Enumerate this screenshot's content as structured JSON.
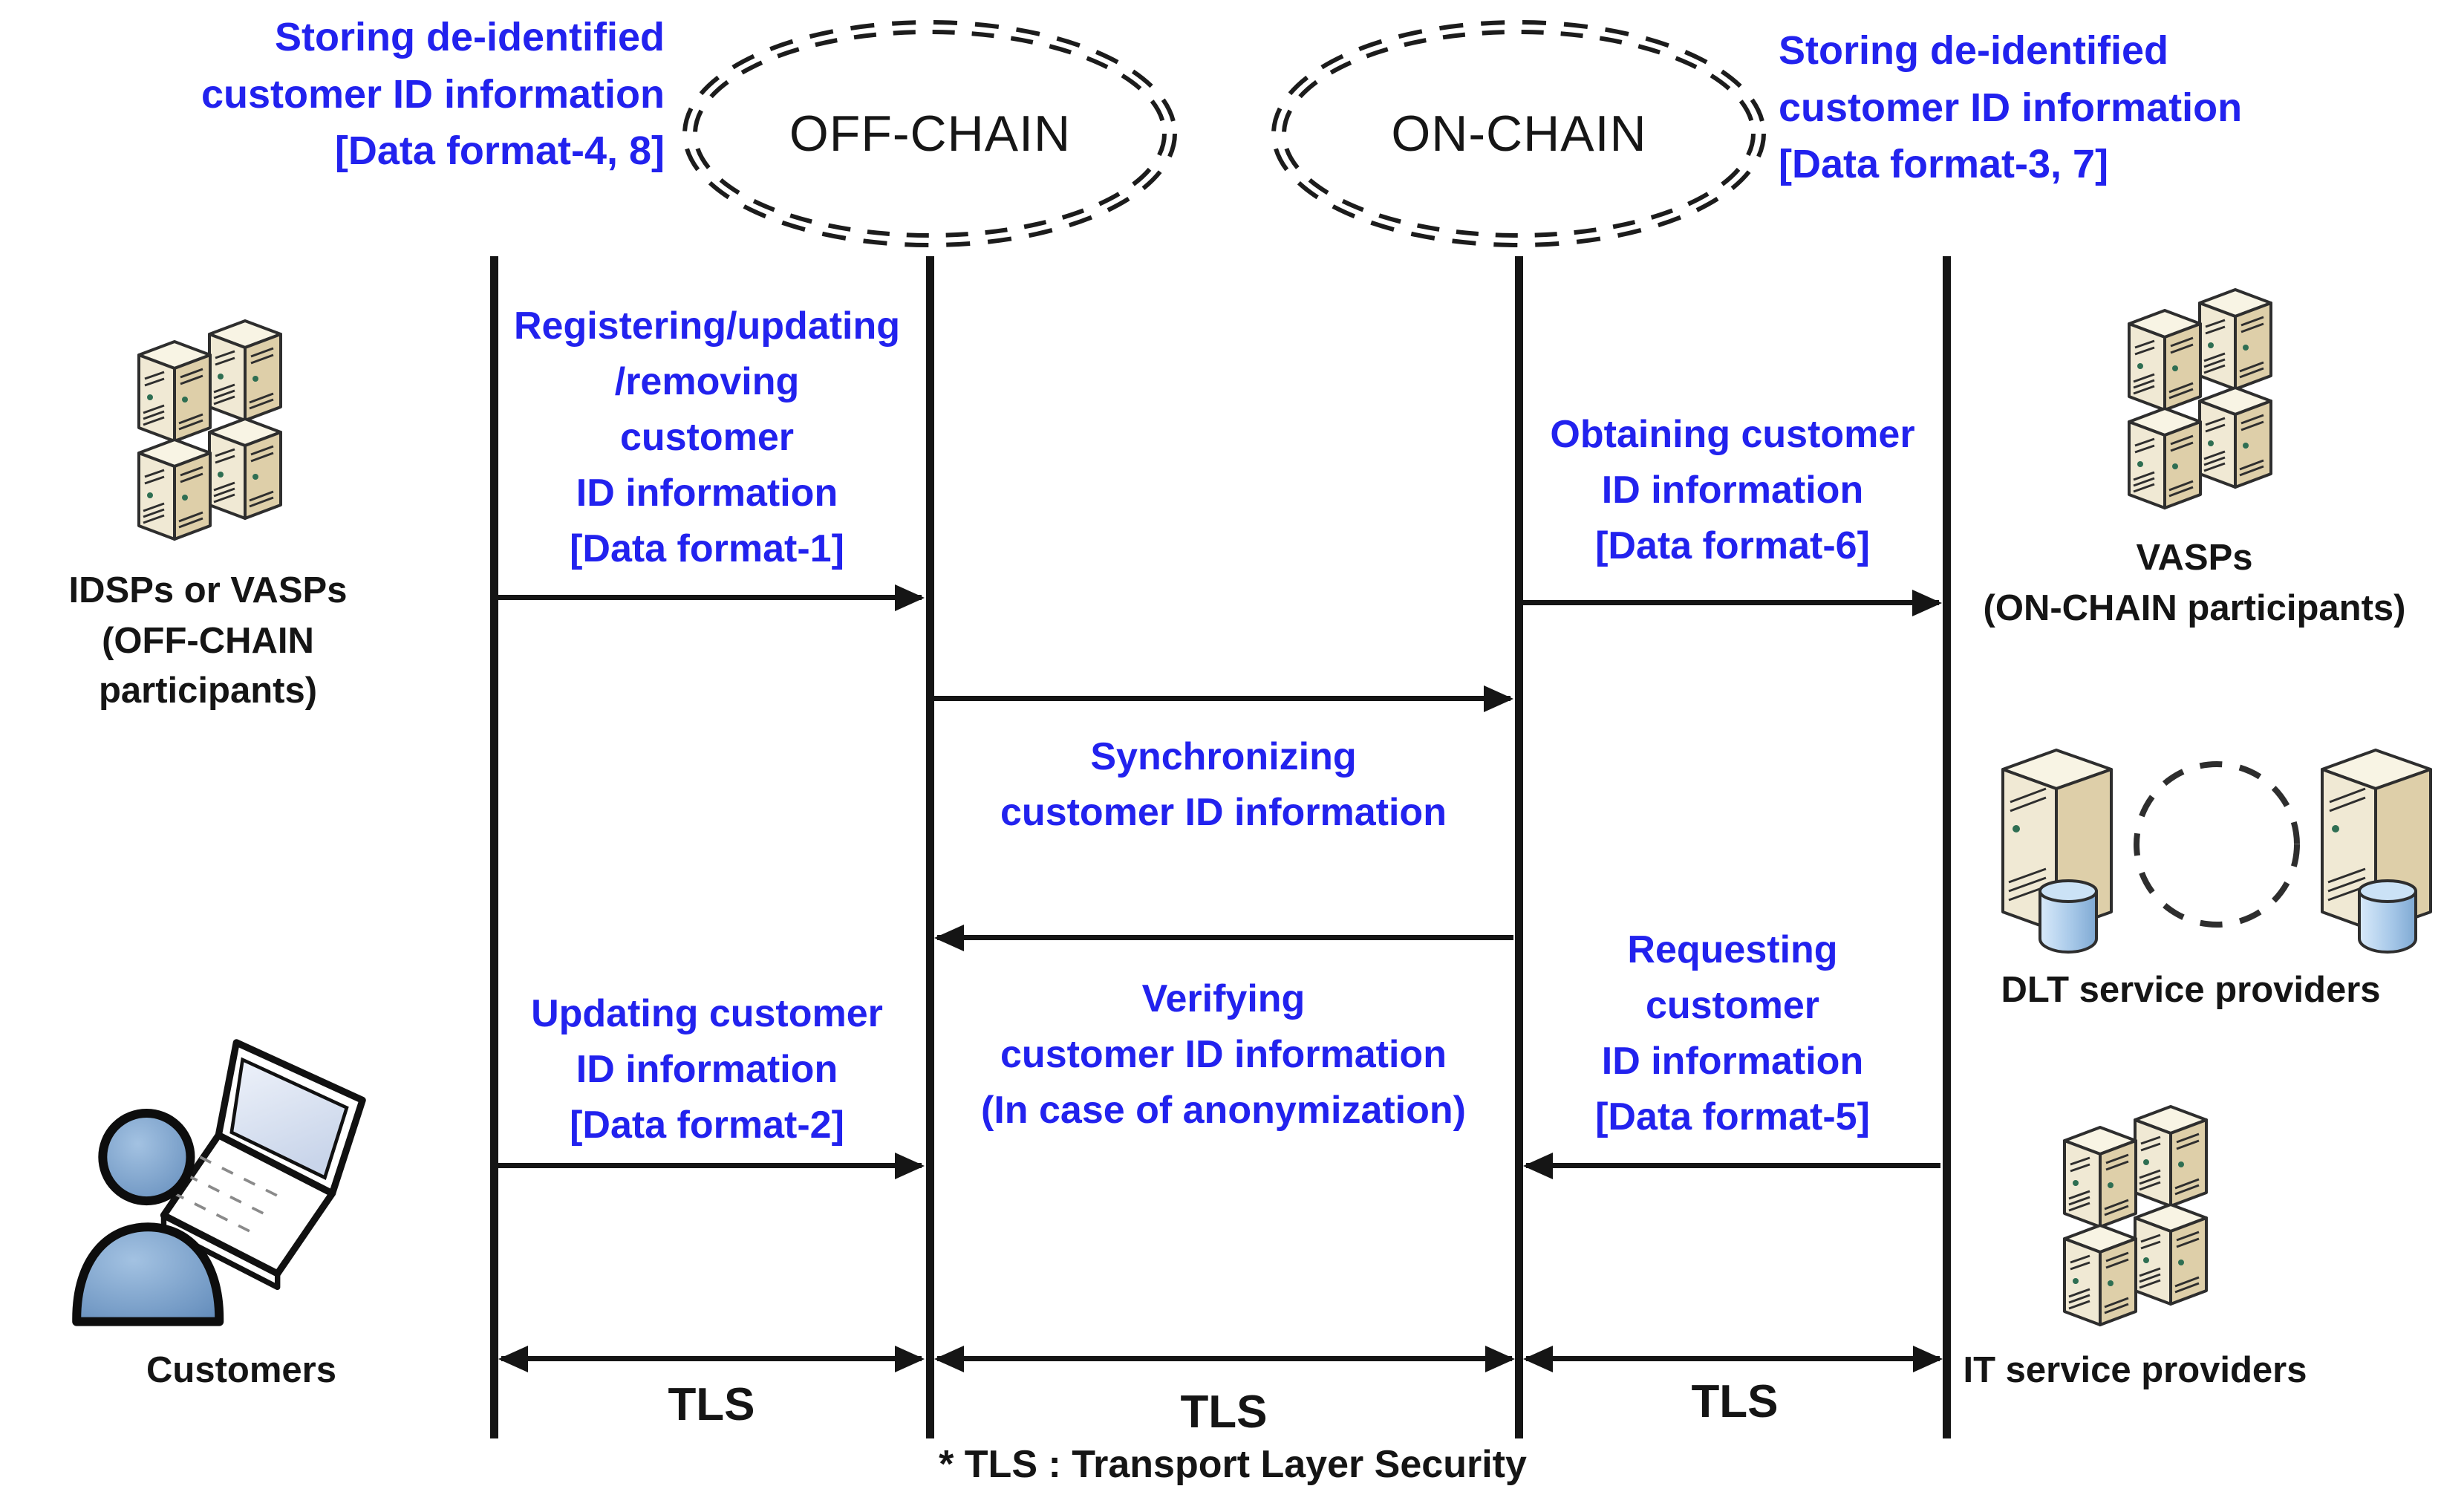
{
  "title_area": {
    "left_note": "Storing de-identified\ncustomer ID information\n[Data format-4, 8]",
    "off_chain_label": "OFF-CHAIN",
    "on_chain_label": "ON-CHAIN",
    "right_note": "Storing de-identified\ncustomer ID information\n[Data format-3, 7]"
  },
  "actors": {
    "idsps": "IDSPs or VASPs\n(OFF-CHAIN participants)",
    "customers": "Customers",
    "vasps": "VASPs\n(ON-CHAIN participants)",
    "dlt": "DLT service providers",
    "it": "IT service providers"
  },
  "messages": {
    "registering": "Registering/updating\n/removing\ncustomer\nID information\n[Data format-1]",
    "obtaining": "Obtaining customer\nID information\n[Data format-6]",
    "synchronizing": "Synchronizing\ncustomer ID information",
    "verifying": "Verifying\ncustomer ID information\n(In case of anonymization)",
    "updating": "Updating customer\nID information\n[Data format-2]",
    "requesting": "Requesting\ncustomer\nID information\n[Data format-5]"
  },
  "tls": {
    "left": "TLS",
    "middle": "TLS",
    "right": "TLS"
  },
  "footnote": "* TLS : Transport Layer Security",
  "icons": {
    "idsps": "server-stack-icon",
    "vasps": "server-stack-icon",
    "it": "server-stack-icon",
    "dlt": "dlt-servers-with-database-icon",
    "customers": "person-laptop-icon"
  },
  "colors": {
    "accent_blue": "#2222ee",
    "ink": "#151515"
  }
}
